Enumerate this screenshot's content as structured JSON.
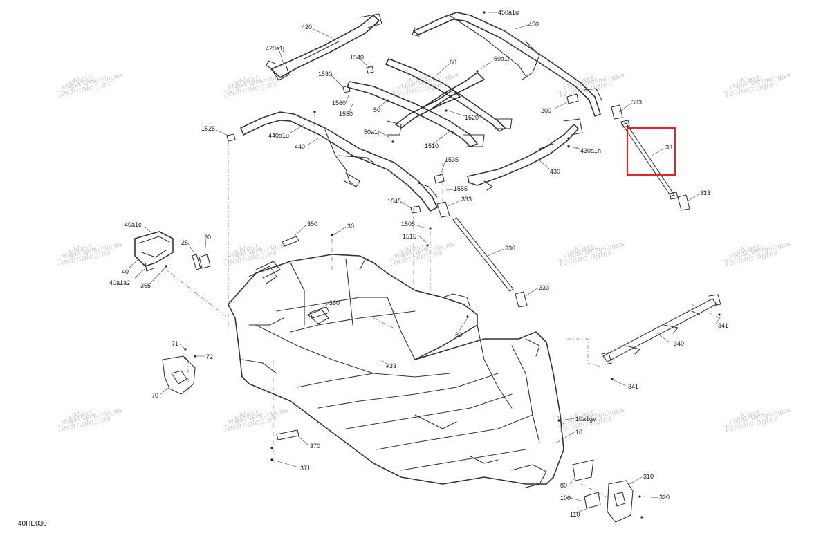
{
  "drawing_code": "40HE030",
  "watermark": {
    "line1": "vNext",
    "line2": "Technologies",
    "small": "vNext Technologies"
  },
  "highlight_color": "#e0252b",
  "callouts": {
    "c420": "420",
    "c420a1j": "420a1j",
    "c450a1u": "450a1u",
    "c450": "450",
    "c60": "60",
    "c60a1j": "60a1j",
    "c1540": "1540",
    "c1530": "1530",
    "c1560": "1560",
    "c1550": "1550",
    "c50": "50",
    "c1520": "1520",
    "c50a1j": "50a1j",
    "c1510": "1510",
    "c200": "200",
    "c333a": "333",
    "c33_hl": "33",
    "c430a1h": "430a1h",
    "c430": "430",
    "c333b": "333",
    "c1525": "1525",
    "c440a1u": "440a1u",
    "c440": "440",
    "c1535": "1535",
    "c1555": "1555",
    "c1545": "1545",
    "c333c": "333",
    "c40a1c": "40a1c",
    "c25": "25",
    "c20": "20",
    "c350": "350",
    "c30": "30",
    "c1505": "1505",
    "c1515": "1515",
    "c330": "330",
    "c40": "40",
    "c40a1a2": "40a1a2",
    "c365": "365",
    "c333d": "333",
    "c360": "360",
    "c33b": "33",
    "c341a": "341",
    "c340": "340",
    "c71": "71",
    "c72": "72",
    "c33c": "33",
    "c341b": "341",
    "c70": "70",
    "c10a1gv": "10a1gv",
    "c10": "10",
    "c370": "370",
    "c371": "371",
    "c310": "310",
    "c80": "80",
    "c320": "320",
    "c100": "100",
    "c110": "110"
  }
}
